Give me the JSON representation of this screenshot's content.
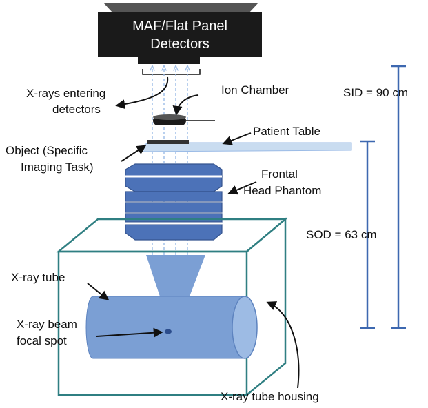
{
  "detector": {
    "line1": "MAF/Flat Panel",
    "line2": "Detectors"
  },
  "labels": {
    "xrays_entering_1": "X-rays entering",
    "xrays_entering_2": "detectors",
    "ion_chamber": "Ion Chamber",
    "patient_table": "Patient Table",
    "object_1": "Object (Specific",
    "object_2": "Imaging Task)",
    "phantom_1": "Frontal",
    "phantom_2": "Head Phantom",
    "xray_tube": "X-ray tube",
    "beam_1": "X-ray beam",
    "beam_2": "focal  spot",
    "tube_housing": "X-ray tube housing"
  },
  "distances": {
    "sid": "SID = 90  cm",
    "sod": "SOD = 63  cm"
  },
  "colors": {
    "detector": "#1a1a1a",
    "tube": "#7b9fd4",
    "phantom": "#4c72b8",
    "housing": "#2f7f82",
    "scale_bar": "#3d68b0",
    "table": "#c9dcf0",
    "beam_line": "#9bbbe6"
  }
}
